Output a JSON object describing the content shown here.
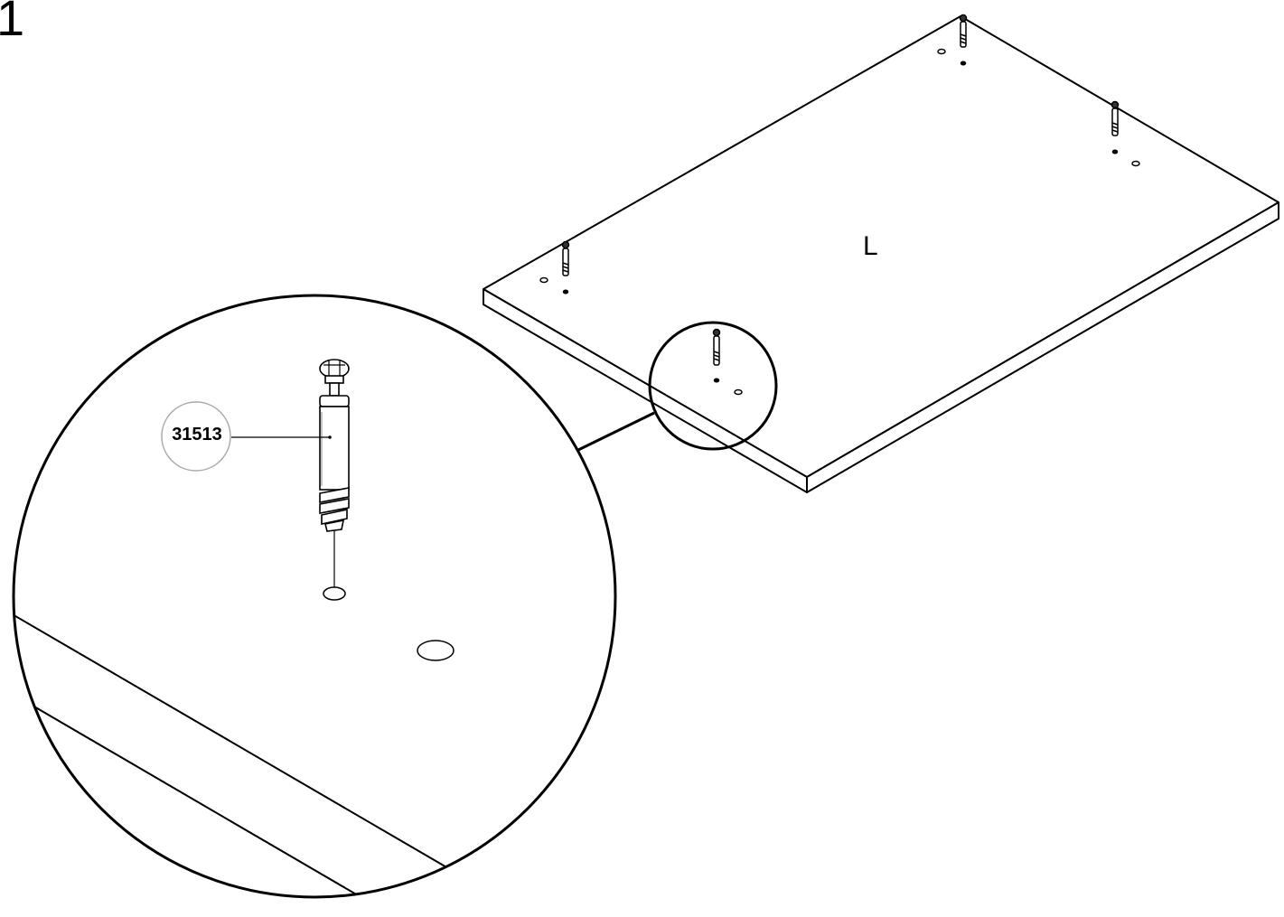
{
  "step": {
    "number": "1"
  },
  "panel": {
    "label": "L"
  },
  "detail": {
    "part_number": "31513"
  },
  "colors": {
    "line": "#000000",
    "background": "#ffffff",
    "callout_circle": "#aaaaaa"
  },
  "icons": {
    "fastener": "cam-bolt-icon"
  }
}
